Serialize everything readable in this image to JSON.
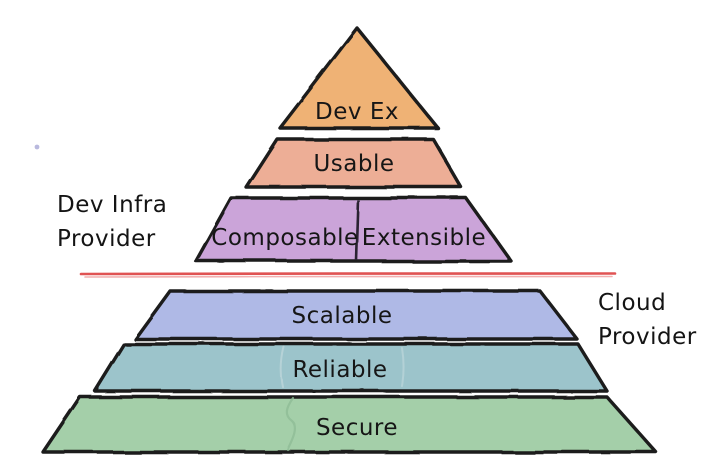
{
  "diagram": {
    "type": "pyramid",
    "upper": {
      "owner_label_line1": "Dev Infra",
      "owner_label_line2": "Provider",
      "levels": [
        {
          "label": "Dev Ex",
          "color": "#efb274"
        },
        {
          "label": "Usable",
          "color": "#edae96"
        },
        {
          "label_left": "Composable",
          "label_right": "Extensible",
          "color": "#cba4d9"
        }
      ]
    },
    "lower": {
      "owner_label_line1": "Cloud",
      "owner_label_line2": "Provider",
      "levels": [
        {
          "label": "Scalable",
          "color": "#afb9e6"
        },
        {
          "label": "Reliable",
          "color": "#9cc4cb"
        },
        {
          "label": "Secure",
          "color": "#a4cfa9"
        }
      ]
    },
    "divider_color": "#e05353",
    "divider_soft_color": "#f0a2a2",
    "outline_color": "#1b1b1b",
    "background_color": "#ffffff"
  }
}
